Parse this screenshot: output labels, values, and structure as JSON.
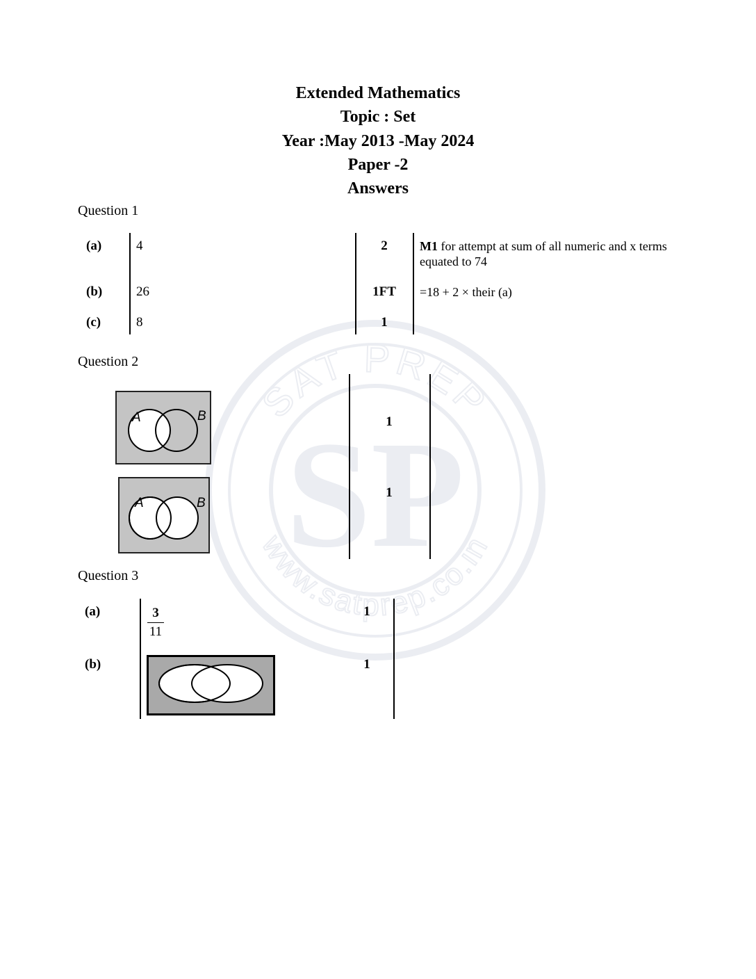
{
  "header": {
    "line1": "Extended Mathematics",
    "line2": "Topic : Set",
    "line3": "Year :May 2013 -May 2024",
    "line4": "Paper -2",
    "line5": "Answers"
  },
  "watermark": {
    "brand_top": "SAT PREP",
    "monogram": "SP",
    "url": "www.satprep.co.in"
  },
  "q1": {
    "heading": "Question 1",
    "rows": [
      {
        "label": "(a)",
        "answer": "4",
        "mark": "2",
        "note_bold": "M1",
        "note": " for attempt at sum of all numeric and x terms equated to 74"
      },
      {
        "label": "(b)",
        "answer": "26",
        "mark": "1FT",
        "note": "=18 + 2 × their (a)"
      },
      {
        "label": "(c)",
        "answer": "8",
        "mark": "1"
      }
    ]
  },
  "q2": {
    "heading": "Question 2",
    "diagrams": [
      {
        "set_a": "A",
        "set_b": "B",
        "mark": "1",
        "shaded": "complement of A"
      },
      {
        "set_a": "A",
        "set_b": "B",
        "mark": "1",
        "shaded": "complement of A ∪ B"
      }
    ]
  },
  "q3": {
    "heading": "Question 3",
    "rows": [
      {
        "label": "(a)",
        "numerator": "3",
        "denominator": "11",
        "mark": "1"
      },
      {
        "label": "(b)",
        "mark": "1",
        "shaded": "complement of union"
      }
    ]
  }
}
